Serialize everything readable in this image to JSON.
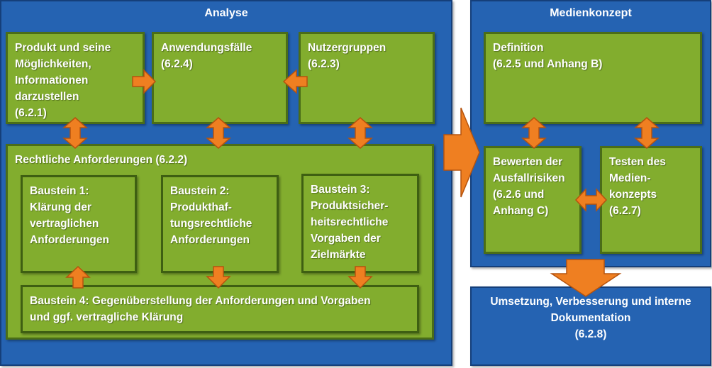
{
  "analyse": {
    "title": "Analyse",
    "produkt": "Produkt und seine\nMöglichkeiten,\nInformationen\ndarzustellen\n(6.2.1)",
    "anwendungsfaelle": "Anwendungsfälle\n(6.2.4)",
    "nutzergruppen": "Nutzergruppen\n(6.2.3)",
    "rechtlich": "Rechtliche Anforderungen (6.2.2)",
    "baustein1": "Baustein 1:\nKlärung der\nvertraglichen\nAnforderungen",
    "baustein2": "Baustein 2:\nProdukthaf-\ntungsrechtliche\nAnforderungen",
    "baustein3": "Baustein 3:\nProduktsicher-\nheitsrechtliche\nVorgaben der\nZielmärkte",
    "baustein4": "Baustein 4: Gegenüberstellung der Anforderungen und Vorgaben\nund ggf. vertragliche Klärung"
  },
  "medienkonzept": {
    "title": "Medienkonzept",
    "definition": "Definition\n(6.2.5 und Anhang B)",
    "bewerten": "Bewerten der\nAusfallrisiken\n(6.2.6 und\nAnhang C)",
    "testen": "Testen des\nMedien-\nkonzepts\n(6.2.7)"
  },
  "umsetzung": {
    "label": "Umsetzung, Verbesserung und interne\nDokumentation\n(6.2.8)"
  },
  "colors": {
    "panel_blue": "#2563b2",
    "box_green": "#82ad2e",
    "arrow_orange": "#ef7f21"
  }
}
